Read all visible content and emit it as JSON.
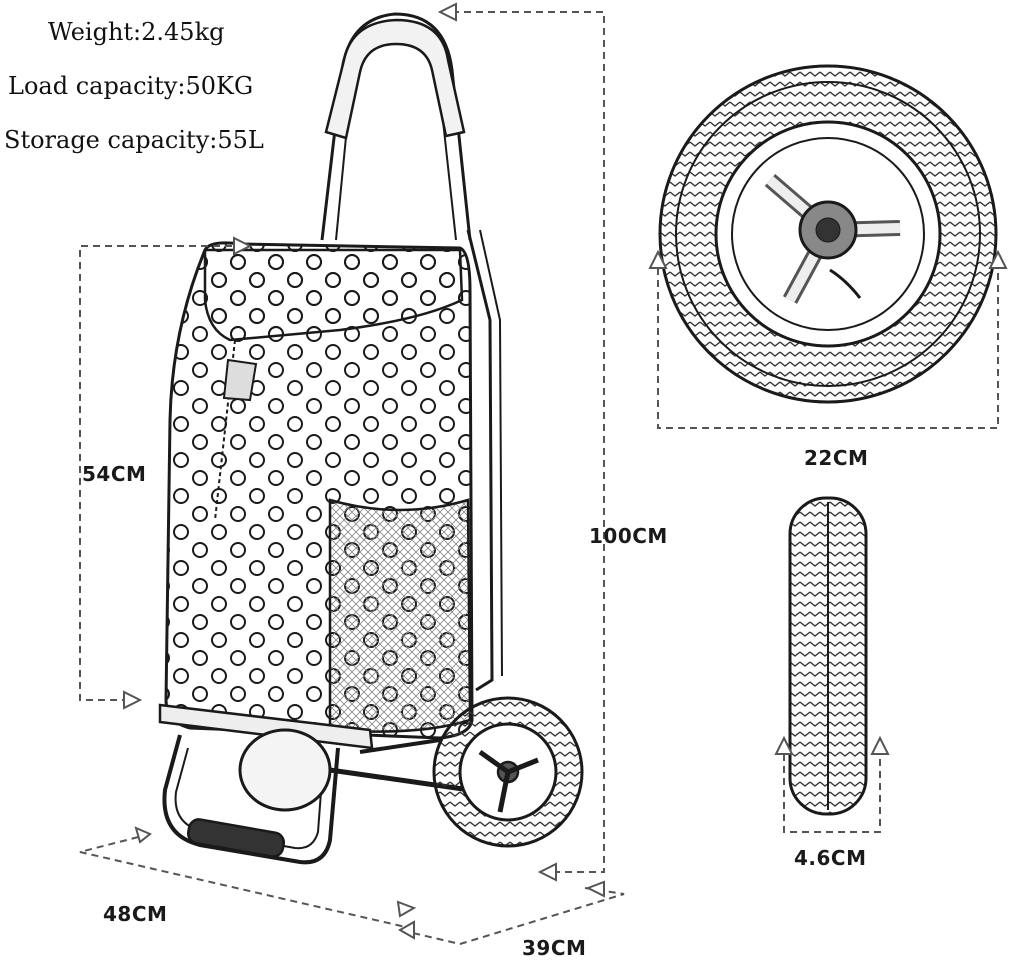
{
  "specs": {
    "weight": "Weight:2.45kg",
    "load_capacity": "Load capacity:50KG",
    "storage_capacity": "Storage capacity:55L"
  },
  "dimensions": {
    "bag_height": "54CM",
    "total_height": "100CM",
    "base_length": "48CM",
    "base_width": "39CM",
    "wheel_diameter": "22CM",
    "wheel_width": "4.6CM"
  },
  "colors": {
    "line": "#1a1a1a",
    "guide": "#555555",
    "background": "#ffffff"
  }
}
